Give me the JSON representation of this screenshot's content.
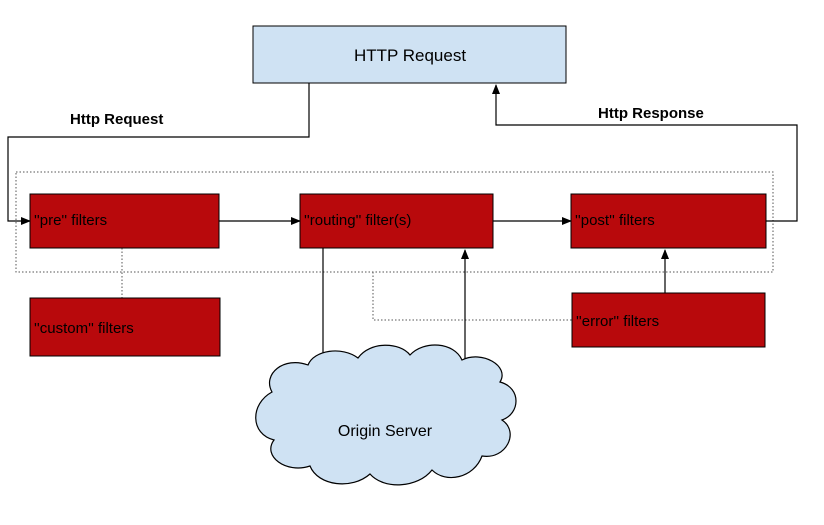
{
  "diagram": {
    "http_request_box": "HTTP Request",
    "edge_labels": {
      "request_in": "Http Request",
      "response_out": "Http Response"
    },
    "filters": {
      "pre": "''pre'' filters",
      "routing": "''routing'' filter(s)",
      "post": "''post'' filters",
      "custom": "''custom'' filters",
      "error": "''error'' filters"
    },
    "origin_server": "Origin Server"
  },
  "colors": {
    "request_box_fill": "#cfe2f3",
    "filter_fill": "#b8090c",
    "cloud_fill": "#cfe2f3",
    "line": "#000000"
  }
}
